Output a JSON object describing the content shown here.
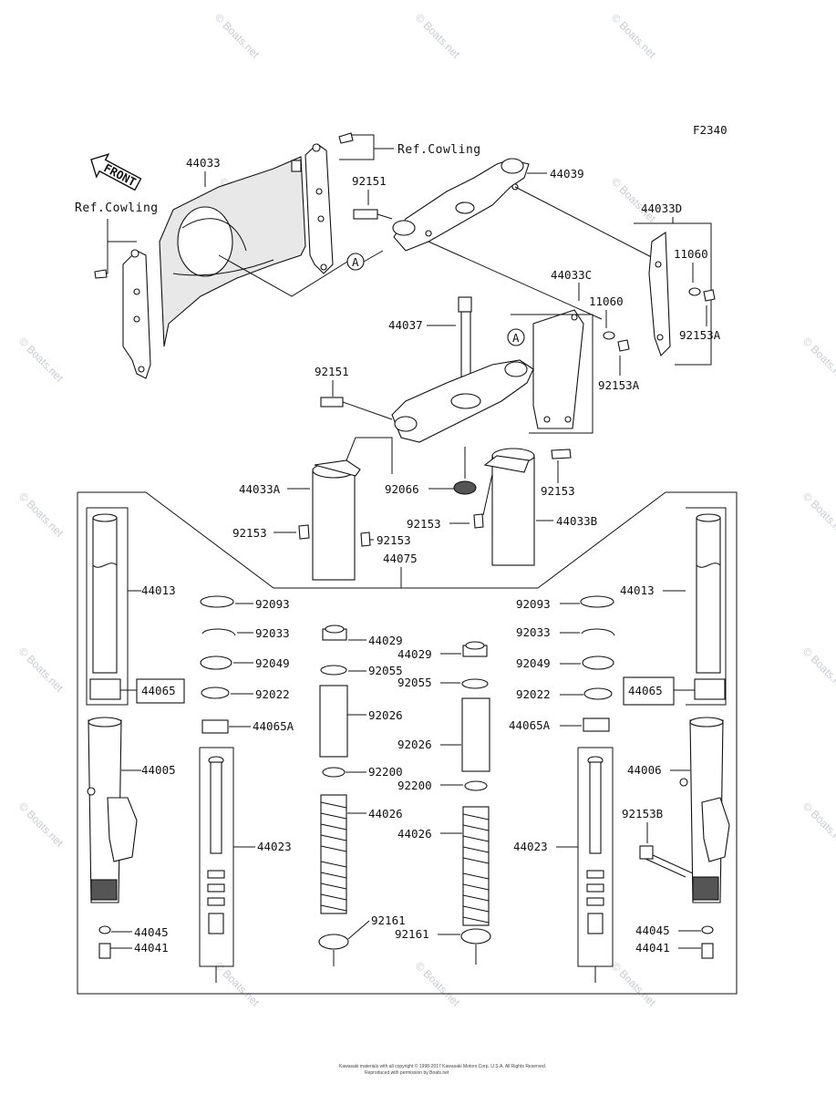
{
  "figure_code": "F2340",
  "ref_cowling": "Ref.Cowling",
  "front_arrow": "FRONT",
  "watermark": "© Boats.net",
  "watermark_short": "© Boats.net",
  "callout_a": "A",
  "footer_line1": "Kawasaki materials with all copyright © 1998-2017 Kawasaki Motors Corp. U.S.A. All Rights Reserved.",
  "footer_line2": "Reproduced with permission by Boats.net",
  "parts": {
    "p44033": "44033",
    "p44039": "44039",
    "p92151_top": "92151",
    "p44033D": "44033D",
    "p11060_r": "11060",
    "p92153A_r": "92153A",
    "p44033C": "44033C",
    "p11060_c": "11060",
    "p92153A_c": "92153A",
    "p44037": "44037",
    "p92151_mid": "92151",
    "p44033A": "44033A",
    "p92066": "92066",
    "p92153_r": "92153",
    "p92153_l": "92153",
    "p92153_lb": "92153",
    "p92153_c": "92153",
    "p44033B": "44033B",
    "p44075": "44075",
    "p44013_l": "44013",
    "p44013_r": "44013",
    "p92093_l": "92093",
    "p92093_r": "92093",
    "p92033_l": "92033",
    "p92033_r": "92033",
    "p44029_l": "44029",
    "p44029_r": "44029",
    "p92049_l": "92049",
    "p92049_r": "92049",
    "p92055_l": "92055",
    "p92055_r": "92055",
    "p44065_l": "44065",
    "p44065_r": "44065",
    "p92022_l": "92022",
    "p92022_r": "92022",
    "p92026_l": "92026",
    "p92026_r": "92026",
    "p44065A_l": "44065A",
    "p44065A_r": "44065A",
    "p44005": "44005",
    "p44006": "44006",
    "p92200_l": "92200",
    "p92200_r": "92200",
    "p44026_l": "44026",
    "p44026_r": "44026",
    "p92153B": "92153B",
    "p44023_l": "44023",
    "p44023_r": "44023",
    "p92161_l": "92161",
    "p92161_r": "92161",
    "p44045_l": "44045",
    "p44045_r": "44045",
    "p44041_l": "44041",
    "p44041_r": "44041"
  }
}
